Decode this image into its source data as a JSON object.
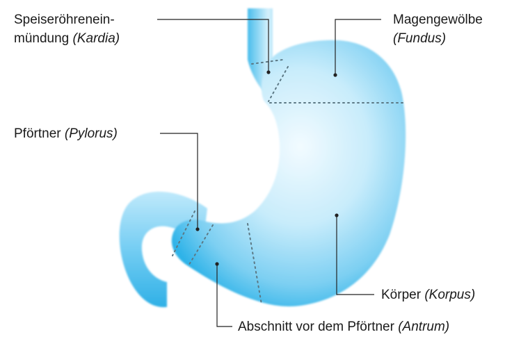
{
  "labels": {
    "kardia": {
      "line1": "Speiseröhrenein-",
      "line2": "mündung",
      "term": "(Kardia)"
    },
    "fundus": {
      "line1": "Magengewölbe",
      "term": "(Fundus)"
    },
    "pylorus": {
      "name": "Pförtner",
      "term": "(Pylorus)"
    },
    "korpus": {
      "name": "Körper",
      "term": "(Korpus)"
    },
    "antrum": {
      "name": "Abschnitt vor dem Pförtner",
      "term": "(Antrum)"
    }
  },
  "colors": {
    "stomach_fill_light": "#dff4fd",
    "stomach_fill_mid": "#8fd8f5",
    "stomach_fill_edge": "#28b4ea",
    "leader_line": "#222222",
    "dotted_boundary": "#5c7884"
  }
}
